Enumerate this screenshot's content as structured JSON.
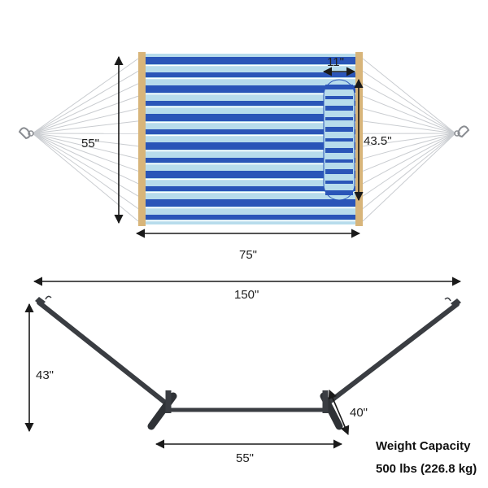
{
  "hammock": {
    "width_label": "75\"",
    "height_label": "55\"",
    "pillow_width_label": "11\"",
    "pillow_length_label": "43.5\""
  },
  "stand": {
    "length_label": "150\"",
    "height_label": "43\"",
    "base_length_label": "55\"",
    "base_width_label": "40\""
  },
  "capacity": {
    "title": "Weight Capacity",
    "value": "500 lbs (226.8 kg)"
  },
  "colors": {
    "stripe_dark": "#2a55b8",
    "stripe_light": "#b7dcec",
    "stripe_thin": "#ffffff",
    "wood": "#d8b57a",
    "frame": "#3a3d42",
    "dimension_line": "#1a1a1a"
  }
}
